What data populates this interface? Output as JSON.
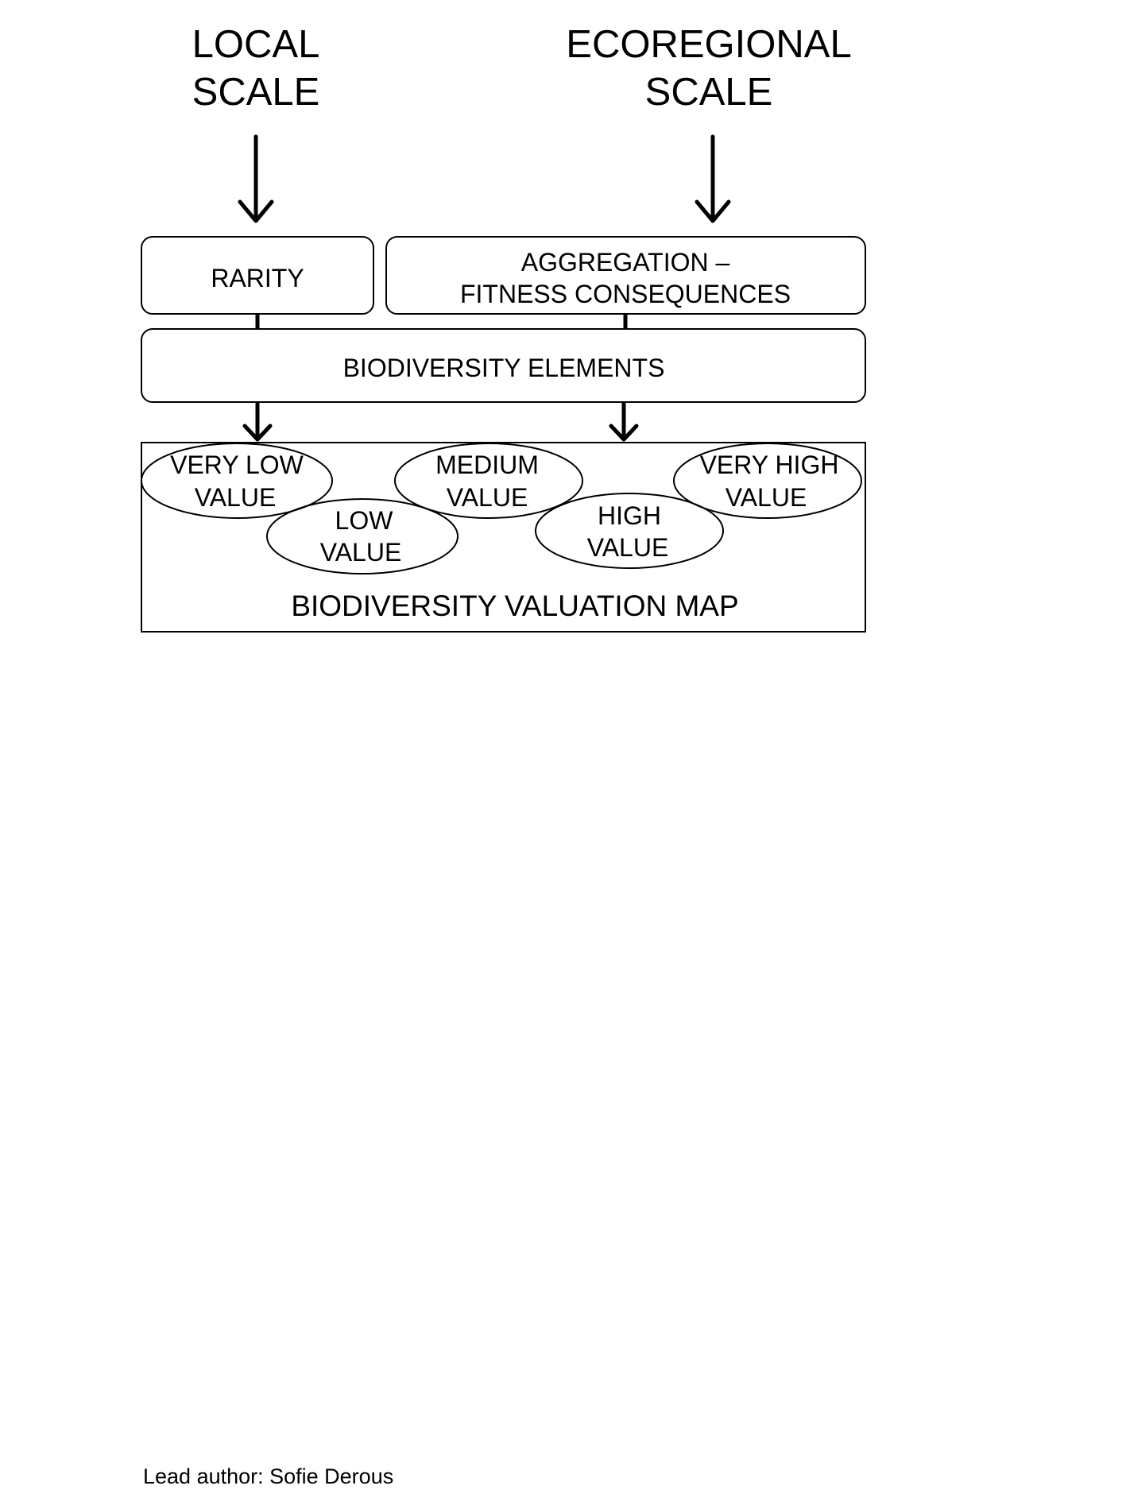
{
  "local_scale": {
    "line1": "LOCAL",
    "line2": "SCALE"
  },
  "ecoregional_scale": {
    "line1": "ECOREGIONAL",
    "line2": "SCALE"
  },
  "rarity": {
    "label": "RARITY"
  },
  "aggregation": {
    "line1": "AGGREGATION –",
    "line2": "FITNESS CONSEQUENCES"
  },
  "biodiversity_elements": {
    "label": "BIODIVERSITY ELEMENTS"
  },
  "valuation_map": {
    "title": "BIODIVERSITY VALUATION MAP",
    "classes": [
      {
        "line1": "VERY LOW",
        "line2": "VALUE"
      },
      {
        "line1": "LOW",
        "line2": "VALUE"
      },
      {
        "line1": "MEDIUM",
        "line2": "VALUE"
      },
      {
        "line1": "HIGH",
        "line2": "VALUE"
      },
      {
        "line1": "VERY HIGH",
        "line2": "VALUE"
      }
    ]
  },
  "footer": {
    "author": "Lead author: Sofie Derous"
  }
}
